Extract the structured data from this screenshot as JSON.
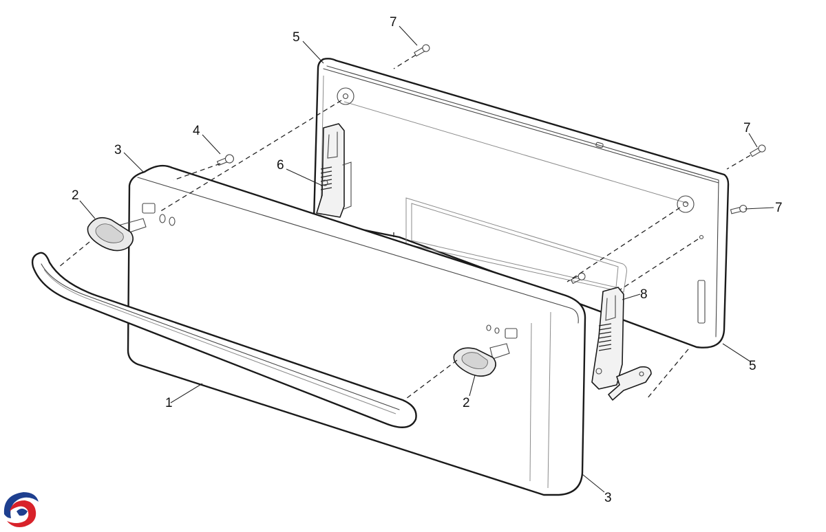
{
  "diagram": {
    "callouts": [
      {
        "id": "c1",
        "text": "1"
      },
      {
        "id": "c2a",
        "text": "2"
      },
      {
        "id": "c2b",
        "text": "2"
      },
      {
        "id": "c3a",
        "text": "3"
      },
      {
        "id": "c3b",
        "text": "3"
      },
      {
        "id": "c4",
        "text": "4"
      },
      {
        "id": "c5a",
        "text": "5"
      },
      {
        "id": "c5b",
        "text": "5"
      },
      {
        "id": "c6",
        "text": "6"
      },
      {
        "id": "c7a",
        "text": "7"
      },
      {
        "id": "c7b",
        "text": "7"
      },
      {
        "id": "c7c",
        "text": "7"
      },
      {
        "id": "c8",
        "text": "8"
      }
    ]
  },
  "logo": {
    "colors": {
      "blue": "#1e3f8f",
      "red": "#d8222a"
    }
  }
}
